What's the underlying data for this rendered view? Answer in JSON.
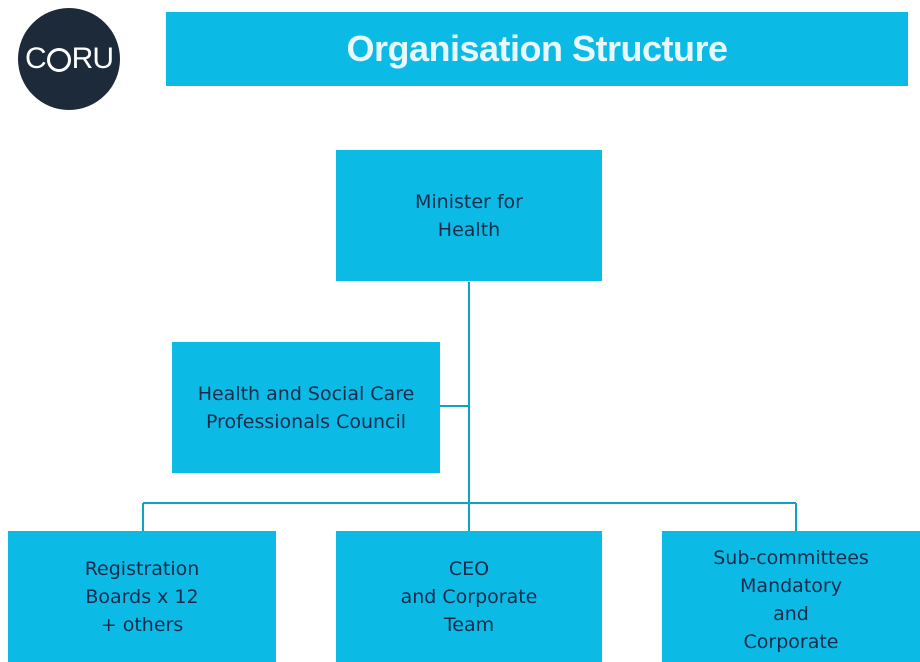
{
  "logo": {
    "text_left": "C",
    "text_right": "RU",
    "background": "#1c2a39"
  },
  "title": "Organisation Structure",
  "colors": {
    "box_fill": "#0bbbe6",
    "connector": "#0da3c4",
    "box_text": "#1a2a4a"
  },
  "nodes": {
    "minister": "Minister for\nHealth",
    "council": "Health and Social Care\nProfessionals Council",
    "registration": "Registration\nBoards x 12\n+ others",
    "ceo": "CEO\nand Corporate\nTeam",
    "subcommittees": "Sub-committees\nMandatory\nand\nCorporate"
  }
}
